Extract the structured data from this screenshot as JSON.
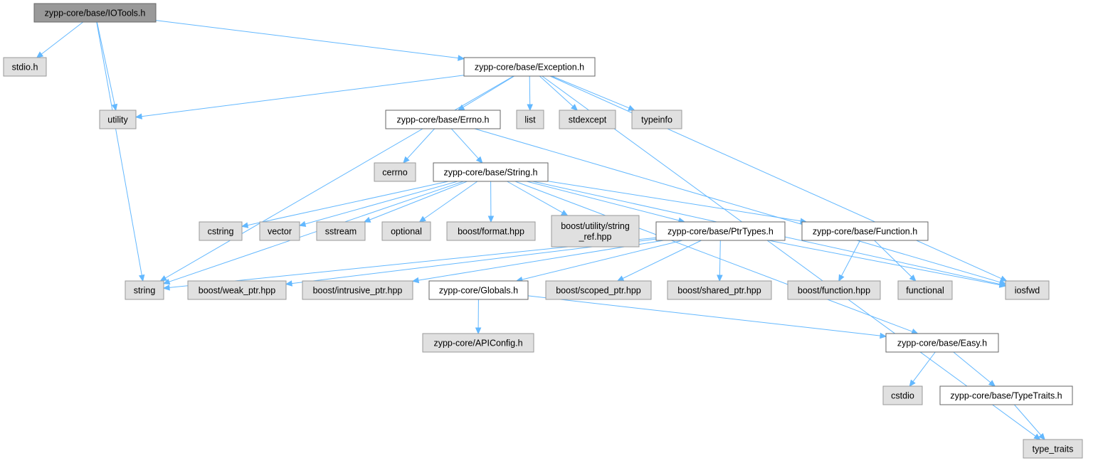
{
  "colors": {
    "root_fill": "#999999",
    "root_stroke": "#666666",
    "documented_fill": "#ffffff",
    "documented_stroke": "#666666",
    "external_fill": "#e0e0e0",
    "external_stroke": "#999999",
    "edge": "#63b8ff"
  },
  "nodes": [
    {
      "id": "iotools",
      "label": "zypp-core/base/IOTools.h",
      "kind": "root"
    },
    {
      "id": "stdio",
      "label": "stdio.h",
      "kind": "external"
    },
    {
      "id": "exception",
      "label": "zypp-core/base/Exception.h",
      "kind": "documented"
    },
    {
      "id": "utility",
      "label": "utility",
      "kind": "external"
    },
    {
      "id": "errno",
      "label": "zypp-core/base/Errno.h",
      "kind": "documented"
    },
    {
      "id": "list",
      "label": "list",
      "kind": "external"
    },
    {
      "id": "stdexcept",
      "label": "stdexcept",
      "kind": "external"
    },
    {
      "id": "typeinfo",
      "label": "typeinfo",
      "kind": "external"
    },
    {
      "id": "cerrno",
      "label": "cerrno",
      "kind": "external"
    },
    {
      "id": "stringh",
      "label": "zypp-core/base/String.h",
      "kind": "documented"
    },
    {
      "id": "cstring",
      "label": "cstring",
      "kind": "external"
    },
    {
      "id": "vector",
      "label": "vector",
      "kind": "external"
    },
    {
      "id": "sstream",
      "label": "sstream",
      "kind": "external"
    },
    {
      "id": "optional",
      "label": "optional",
      "kind": "external"
    },
    {
      "id": "bformat",
      "label": "boost/format.hpp",
      "kind": "external"
    },
    {
      "id": "bstringref",
      "label": "boost/utility/string\n_ref.hpp",
      "kind": "external"
    },
    {
      "id": "ptrtypes",
      "label": "zypp-core/base/PtrTypes.h",
      "kind": "documented"
    },
    {
      "id": "function",
      "label": "zypp-core/base/Function.h",
      "kind": "documented"
    },
    {
      "id": "string",
      "label": "string",
      "kind": "external"
    },
    {
      "id": "bweak",
      "label": "boost/weak_ptr.hpp",
      "kind": "external"
    },
    {
      "id": "bintrusive",
      "label": "boost/intrusive_ptr.hpp",
      "kind": "external"
    },
    {
      "id": "globals",
      "label": "zypp-core/Globals.h",
      "kind": "documented"
    },
    {
      "id": "bscoped",
      "label": "boost/scoped_ptr.hpp",
      "kind": "external"
    },
    {
      "id": "bshared",
      "label": "boost/shared_ptr.hpp",
      "kind": "external"
    },
    {
      "id": "bfunction",
      "label": "boost/function.hpp",
      "kind": "external"
    },
    {
      "id": "functional",
      "label": "functional",
      "kind": "external"
    },
    {
      "id": "iosfwd",
      "label": "iosfwd",
      "kind": "external"
    },
    {
      "id": "apiconfig",
      "label": "zypp-core/APIConfig.h",
      "kind": "external"
    },
    {
      "id": "easy",
      "label": "zypp-core/base/Easy.h",
      "kind": "documented"
    },
    {
      "id": "cstdio",
      "label": "cstdio",
      "kind": "external"
    },
    {
      "id": "typetraitsh",
      "label": "zypp-core/base/TypeTraits.h",
      "kind": "documented"
    },
    {
      "id": "type_traits",
      "label": "type_traits",
      "kind": "external"
    }
  ],
  "edges": [
    [
      "iotools",
      "stdio"
    ],
    [
      "iotools",
      "exception"
    ],
    [
      "iotools",
      "utility"
    ],
    [
      "iotools",
      "string"
    ],
    [
      "exception",
      "utility"
    ],
    [
      "exception",
      "string"
    ],
    [
      "exception",
      "errno"
    ],
    [
      "exception",
      "list"
    ],
    [
      "exception",
      "stdexcept"
    ],
    [
      "exception",
      "typeinfo"
    ],
    [
      "exception",
      "iosfwd"
    ],
    [
      "exception",
      "type_traits"
    ],
    [
      "errno",
      "cerrno"
    ],
    [
      "errno",
      "stringh"
    ],
    [
      "errno",
      "iosfwd"
    ],
    [
      "stringh",
      "cstring"
    ],
    [
      "stringh",
      "vector"
    ],
    [
      "stringh",
      "sstream"
    ],
    [
      "stringh",
      "optional"
    ],
    [
      "stringh",
      "bformat"
    ],
    [
      "stringh",
      "bstringref"
    ],
    [
      "stringh",
      "ptrtypes"
    ],
    [
      "stringh",
      "function"
    ],
    [
      "stringh",
      "string"
    ],
    [
      "stringh",
      "iosfwd"
    ],
    [
      "stringh",
      "easy"
    ],
    [
      "ptrtypes",
      "string"
    ],
    [
      "ptrtypes",
      "bweak"
    ],
    [
      "ptrtypes",
      "bintrusive"
    ],
    [
      "ptrtypes",
      "globals"
    ],
    [
      "ptrtypes",
      "bscoped"
    ],
    [
      "ptrtypes",
      "bshared"
    ],
    [
      "ptrtypes",
      "iosfwd"
    ],
    [
      "function",
      "bfunction"
    ],
    [
      "function",
      "functional"
    ],
    [
      "globals",
      "apiconfig"
    ],
    [
      "globals",
      "easy"
    ],
    [
      "easy",
      "cstdio"
    ],
    [
      "easy",
      "typetraitsh"
    ],
    [
      "typetraitsh",
      "type_traits"
    ]
  ]
}
